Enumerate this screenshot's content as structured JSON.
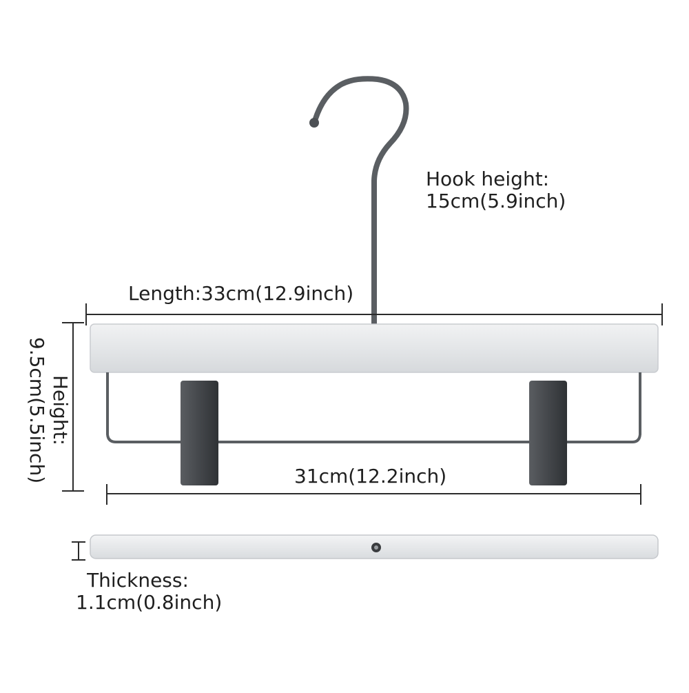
{
  "labels": {
    "hook_title": "Hook height:",
    "hook_value": "15cm(5.9inch)",
    "length": "Length:33cm(12.9inch)",
    "height_title": "Height:",
    "height_value": "9.5cm(5.5inch)",
    "clip_width": "31cm(12.2inch)",
    "thickness_title": "Thickness:",
    "thickness_value": "1.1cm(0.8inch)"
  },
  "colors": {
    "bar": "#e8eaec",
    "metal": "#5a5e62",
    "clip": "#4a4d51",
    "dimension_line": "#2b2b2b"
  }
}
